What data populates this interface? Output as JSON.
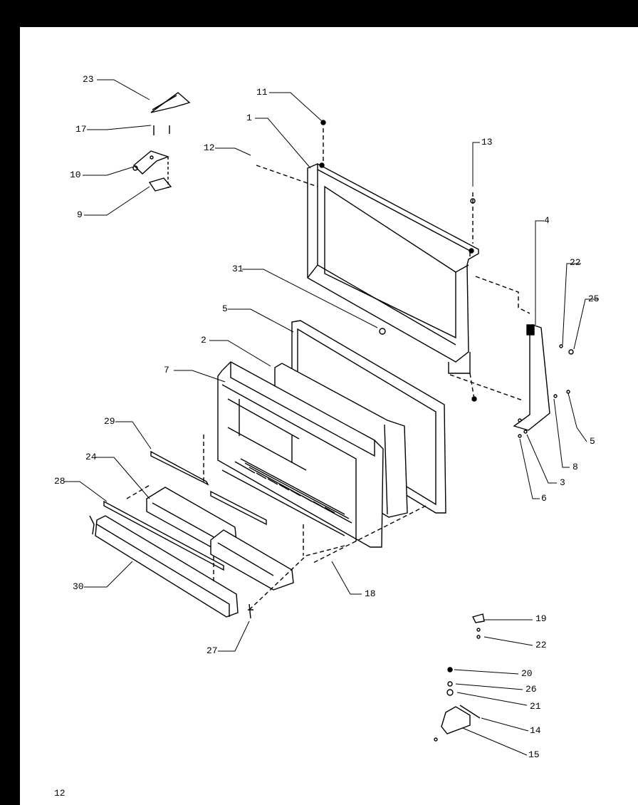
{
  "diagram": {
    "part_numbers": {
      "p23": "23",
      "p17": "17",
      "p10": "10",
      "p9": "9",
      "p11": "11",
      "p1": "1",
      "p12": "12",
      "p13": "13",
      "p4": "4",
      "p22a": "22",
      "p25": "25",
      "p31": "31",
      "p5": "5",
      "p2": "2",
      "p7": "7",
      "p29": "29",
      "p24": "24",
      "p28": "28",
      "p30": "30",
      "p27": "27",
      "p18": "18",
      "p3": "3",
      "p8": "8",
      "p6": "6",
      "p5b": "5",
      "p19": "19",
      "p22b": "22",
      "p20": "20",
      "p26": "26",
      "p21": "21",
      "p14": "14",
      "p15": "15"
    },
    "page_number": "12"
  }
}
